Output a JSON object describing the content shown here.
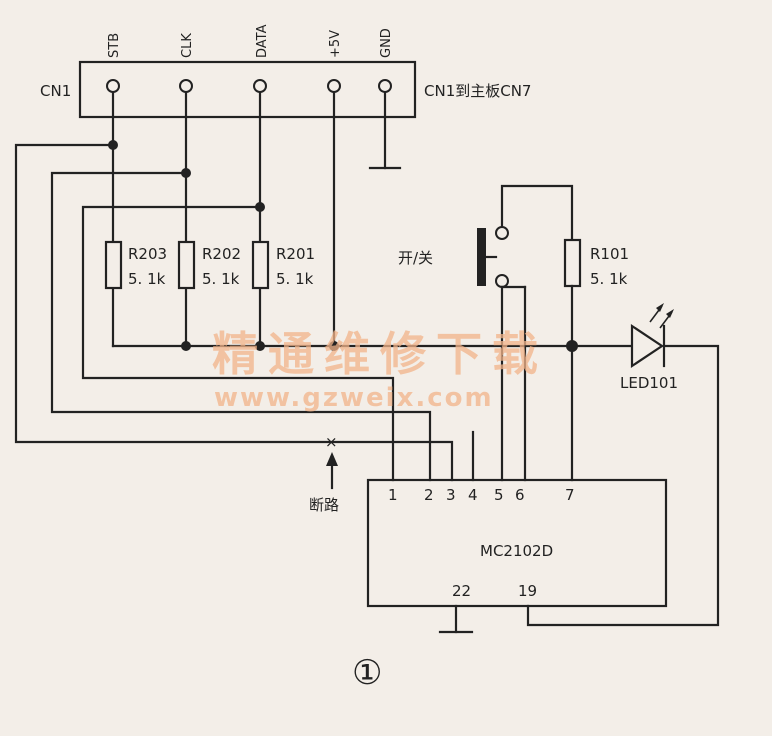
{
  "connector": {
    "name": "CN1",
    "note": "CN1到主板CN7",
    "pins": [
      "STB",
      "CLK",
      "DATA",
      "+5V",
      "GND"
    ]
  },
  "resistors": [
    {
      "ref": "R203",
      "value": "5. 1k"
    },
    {
      "ref": "R202",
      "value": "5. 1k"
    },
    {
      "ref": "R201",
      "value": "5. 1k"
    },
    {
      "ref": "R101",
      "value": "5. 1k"
    }
  ],
  "switch_label": "开/关",
  "led_label": "LED101",
  "break_label": "断路",
  "break_mark": "×",
  "ic": {
    "name": "MC2102D",
    "top_pins": [
      "1",
      "2",
      "3",
      "4",
      "5",
      "6",
      "7"
    ],
    "bottom_pins": [
      "22",
      "19"
    ]
  },
  "watermark": {
    "title": "精通维修下载",
    "url": "www.gzweix.com"
  },
  "figure_number": "①"
}
